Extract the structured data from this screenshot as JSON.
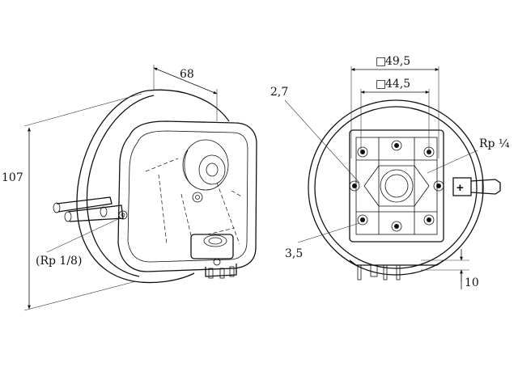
{
  "dimensions": {
    "depth": "68",
    "height": "107",
    "port_left": "(Rp 1/8)",
    "outer_square": "49,5",
    "inner_square": "44,5",
    "hole_small": "2,7",
    "hole_large": "3,5",
    "port_right": "Rp ¼",
    "terminal": "10"
  },
  "marks": {
    "square_symbol": "□",
    "plus_symbol": "+"
  }
}
